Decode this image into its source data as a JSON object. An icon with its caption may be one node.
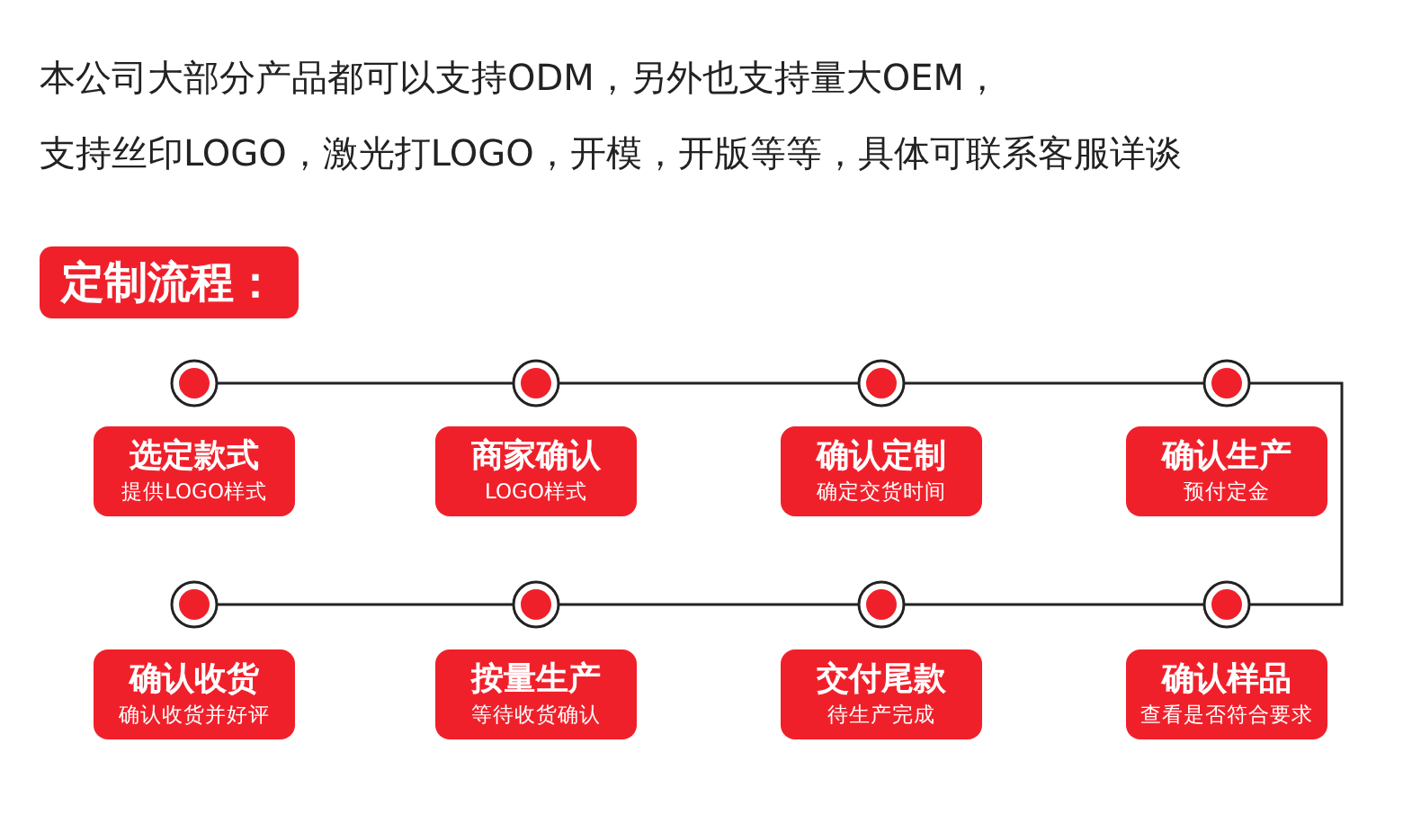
{
  "diagram": {
    "title": "定制流程：",
    "nodes": [
      {
        "text": [],
        "shape": "circle"
      },
      {
        "text": [],
        "shape": "circle"
      },
      {
        "text": [],
        "shape": "circle"
      },
      {
        "text": [],
        "shape": "circle"
      },
      {
        "text": [
          "选定款式",
          "提供LOGO样式"
        ]
      },
      {
        "text": [
          "商家确认",
          "LOGO样式"
        ]
      },
      {
        "text": [
          "确认定制",
          "确定交货时间"
        ]
      },
      {
        "text": [
          "确认生产",
          "预付定金"
        ]
      },
      {
        "text": [],
        "shape": "circle"
      },
      {
        "text": [],
        "shape": "circle"
      },
      {
        "text": [],
        "shape": "circle"
      },
      {
        "text": [],
        "shape": "circle"
      },
      {
        "text": [
          "确认收货",
          "确认收货并好评"
        ]
      },
      {
        "text": [
          "按量生产",
          "等待收货确认"
        ]
      },
      {
        "text": [
          "交付尾款",
          "待生产完成"
        ]
      },
      {
        "text": [
          "确认样品",
          "查看是否符合要求"
        ]
      }
    ],
    "edges": [
      {
        "from": 0,
        "to": 1,
        "arrow": "none"
      },
      {
        "from": 1,
        "to": 2,
        "arrow": "none"
      },
      {
        "from": 2,
        "to": 3,
        "arrow": "none"
      },
      {
        "from": 3,
        "to": 11,
        "arrow": "none"
      },
      {
        "from": 11,
        "to": 10,
        "arrow": "none"
      },
      {
        "from": 10,
        "to": 9,
        "arrow": "none"
      },
      {
        "from": 9,
        "to": 8,
        "arrow": "none"
      }
    ],
    "labels": [
      "本公司大部分产品都可以支持ODM，另外也支持量大OEM，",
      "支持丝印LOGO，激光打LOGO，开模，开版等等，具体可联系客服详谈"
    ]
  }
}
